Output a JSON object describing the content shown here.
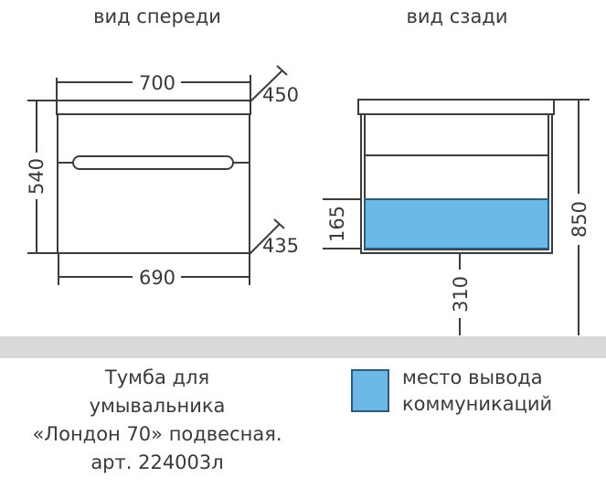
{
  "views": {
    "front": "вид спереди",
    "back": "вид сзади"
  },
  "dimensions": {
    "top_width": "700",
    "top_depth": "450",
    "height": "540",
    "bottom_width": "690",
    "bottom_depth": "435",
    "utility_zone_height": "165",
    "floor_to_bottom": "310",
    "floor_to_top": "850"
  },
  "product": {
    "line1": "Тумба для",
    "line2": "умывальника",
    "line3": "«Лондон 70» подвесная.",
    "line4": "арт. 224003л"
  },
  "legend": {
    "line1": "место вывода",
    "line2": "коммуникаций",
    "color": "#6cb8e6"
  },
  "colors": {
    "line": "#3c3c3c",
    "floor": "#d9d9d9"
  }
}
